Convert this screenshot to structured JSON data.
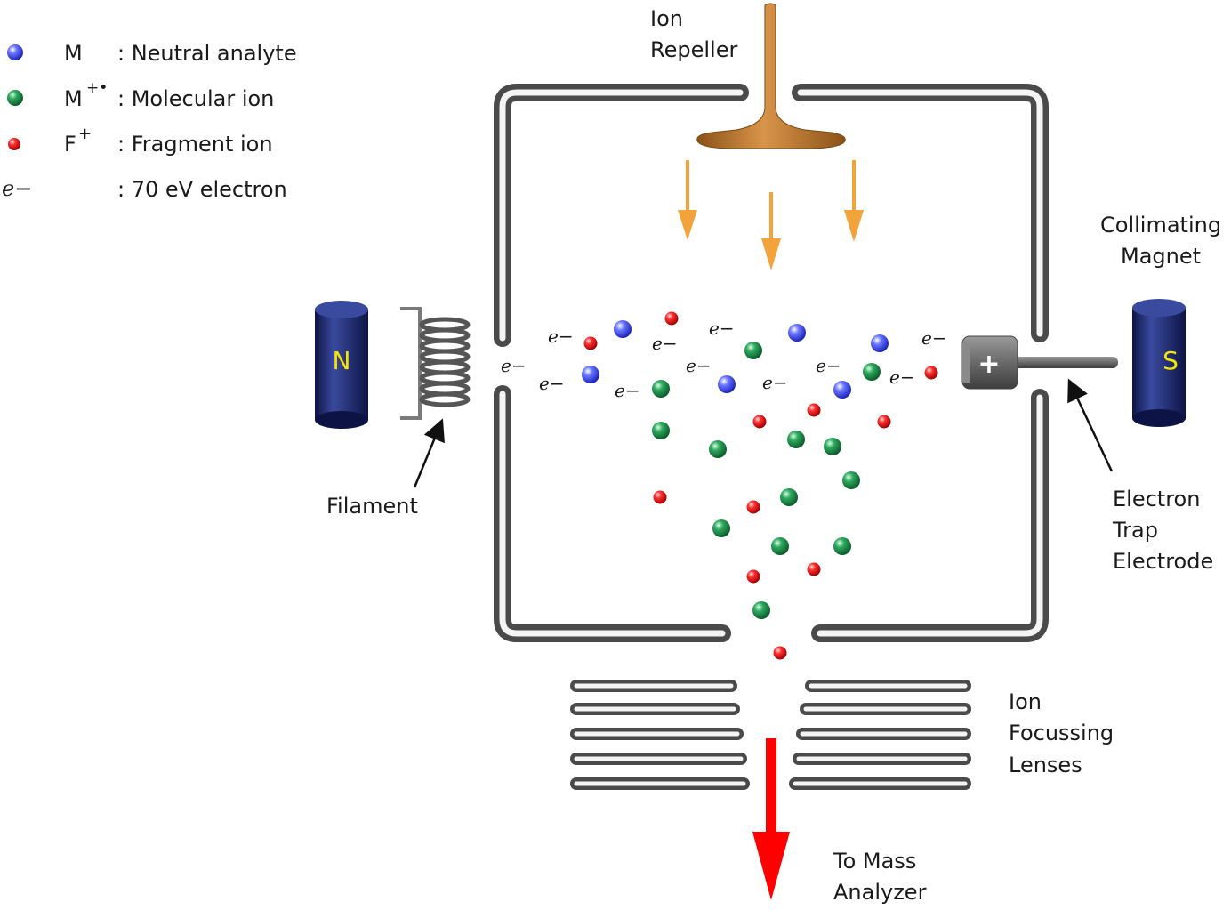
{
  "legend": [
    {
      "symbol": "M",
      "sup": "",
      "desc": ": Neutral analyte",
      "color": "#3a4cff"
    },
    {
      "symbol": "M",
      "sup": "+•",
      "desc": ": Molecular ion",
      "color": "#1f8f4a"
    },
    {
      "symbol": "F",
      "sup": "+",
      "desc": ": Fragment ion",
      "color": "#e81c1c"
    },
    {
      "symbol": "e−",
      "sup": "",
      "desc": ": 70 eV electron",
      "color": ""
    }
  ],
  "labels": {
    "ion_repeller": [
      "Ion",
      "Repeller"
    ],
    "collimating_magnet": [
      "Collimating",
      "Magnet"
    ],
    "filament": "Filament",
    "electron_trap": [
      "Electron",
      "Trap",
      "Electrode"
    ],
    "ion_lenses": [
      "Ion",
      "Focussing",
      "Lenses"
    ],
    "to_mass_analyzer": [
      "To Mass",
      "Analyzer"
    ],
    "north_pole": "N",
    "south_pole": "S",
    "trap_sign": "+",
    "electron": "e−"
  },
  "colors": {
    "neutral": "#3a4cff",
    "molecular_ion": "#1f8f4a",
    "fragment_ion": "#e81c1c",
    "repeller": "#b8732b",
    "repeller_arrows": "#f3a33c",
    "magnet": "#1f2a78",
    "output_arrow": "#ff0000"
  }
}
